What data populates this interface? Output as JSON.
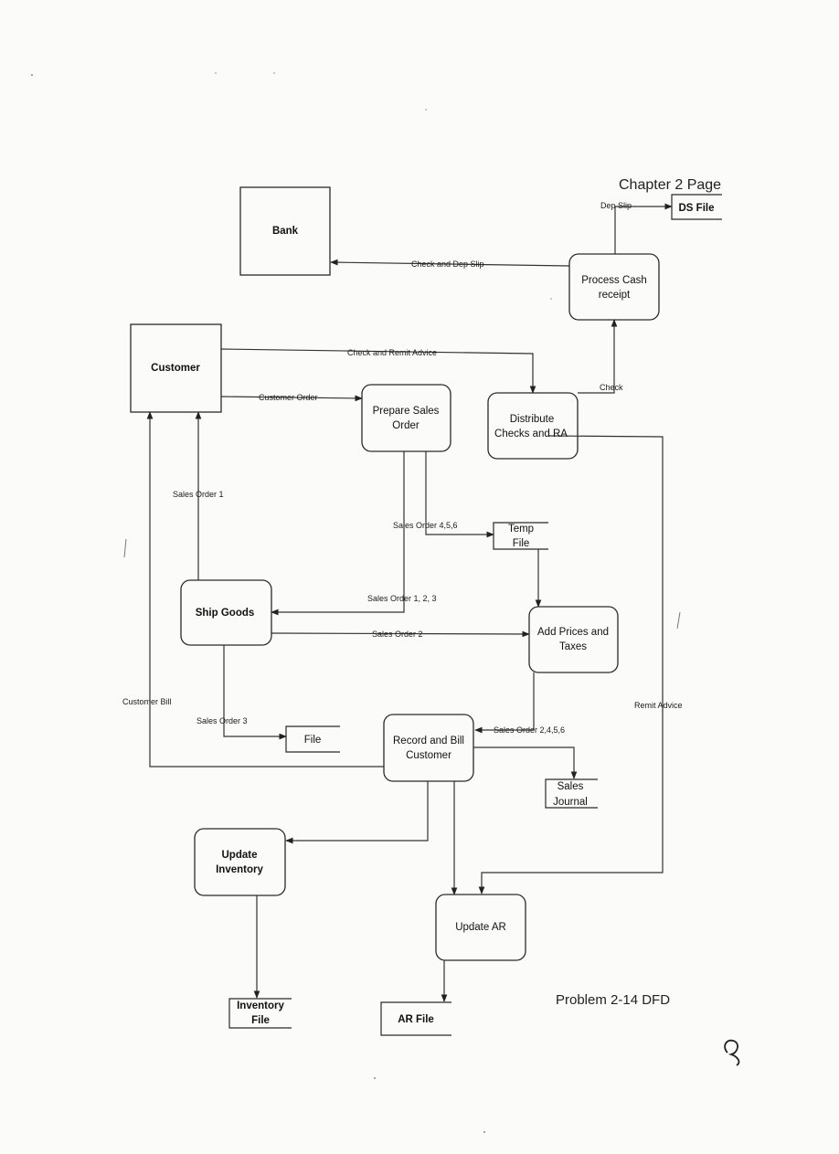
{
  "header": {
    "page_text": "Chapter 2 Page"
  },
  "caption": "Problem 2-14 DFD",
  "handwritten_mark": "9",
  "external_entities": {
    "bank": "Bank",
    "customer": "Customer"
  },
  "processes": {
    "process_cash_receipt": [
      "Process Cash",
      "receipt"
    ],
    "prepare_sales_order": [
      "Prepare Sales",
      "Order"
    ],
    "distribute_checks": [
      "Distribute",
      "Checks and RA"
    ],
    "ship_goods": [
      "Ship Goods"
    ],
    "add_prices": [
      "Add Prices and",
      "Taxes"
    ],
    "record_bill": [
      "Record and Bill",
      "Customer"
    ],
    "update_inventory": [
      "Update",
      "Inventory"
    ],
    "update_ar": [
      "Update AR"
    ]
  },
  "data_stores": {
    "ds_file": [
      "DS File"
    ],
    "temp_file": [
      "Temp",
      "File"
    ],
    "file": [
      "File"
    ],
    "sales_journal": [
      "Sales",
      "Journal"
    ],
    "inventory_file": [
      "Inventory",
      "File"
    ],
    "ar_file": [
      "AR File"
    ]
  },
  "flows": {
    "dep_slip": "Dep Slip",
    "check_dep_slip": "Check and Dep Slip",
    "check_remit": "Check and Remit Advice",
    "customer_order": "Customer Order",
    "check": "Check",
    "sales_order_1": "Sales Order 1",
    "sales_order_456": "Sales Order 4,5,6",
    "sales_order_123": "Sales Order 1, 2, 3",
    "sales_order_2": "Sales Order 2",
    "customer_bill": "Customer Bill",
    "sales_order_3": "Sales Order 3",
    "sales_order_2456": "Sales Order 2,4,5,6",
    "remit_advice": "Remit Advice"
  }
}
